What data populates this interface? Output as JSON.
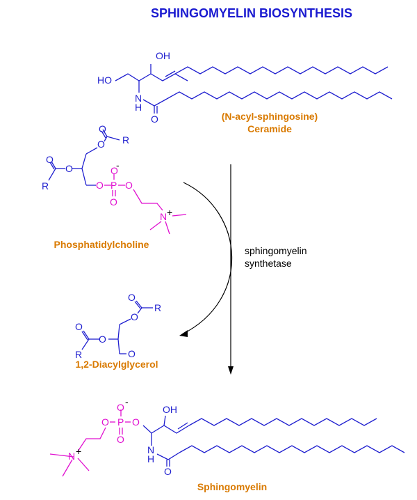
{
  "title": "SPHINGOMYELIN  BIOSYNTHESIS",
  "colors": {
    "title": "#1a1ad0",
    "blue": "#1f1fcf",
    "magenta": "#e010d0",
    "orange": "#d97a00",
    "black": "#000000"
  },
  "ceramide": {
    "caption_line1": "(N-acyl-sphingosine)",
    "caption_line2": "Ceramide",
    "oh_label": "OH",
    "ho_label": "HO",
    "n_label": "N",
    "h_label": "H",
    "o_label": "O"
  },
  "phosphatidylcholine": {
    "caption": "Phosphatidylcholine",
    "o": "O",
    "r": "R",
    "p": "P",
    "minus": "-",
    "n": "N",
    "plus": "+"
  },
  "enzyme": {
    "line1": "sphingomyelin",
    "line2": "synthetase"
  },
  "diacylglycerol": {
    "caption": "1,2-Diacylglycerol",
    "o": "O",
    "r": "R"
  },
  "sphingomyelin": {
    "caption": "Sphingomyelin",
    "o": "O",
    "p": "P",
    "minus": "-",
    "n": "N",
    "plus": "+",
    "h": "H",
    "oh": "OH"
  }
}
